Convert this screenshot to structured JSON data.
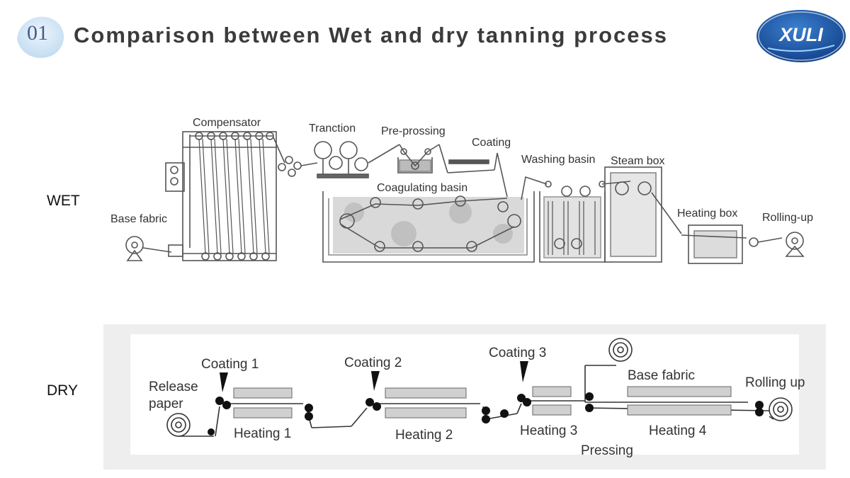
{
  "header": {
    "section_number": "01",
    "title": "Comparison between Wet and dry tanning process",
    "logo_text": "XULI"
  },
  "wet": {
    "side_label": "WET",
    "labels": {
      "base_fabric": "Base fabric",
      "compensator": "Compensator",
      "traction": "Tranction",
      "pre_pressing": "Pre-prossing",
      "coating": "Coating",
      "coagulating_basin": "Coagulating basin",
      "washing_basin": "Washing basin",
      "steam_box": "Steam box",
      "heating_box": "Heating box",
      "rolling_up": "Rolling-up"
    }
  },
  "dry": {
    "side_label": "DRY",
    "labels": {
      "release_paper_1": "Release",
      "release_paper_2": "paper",
      "coating_1": "Coating 1",
      "coating_2": "Coating 2",
      "coating_3": "Coating 3",
      "heating_1": "Heating 1",
      "heating_2": "Heating 2",
      "heating_3": "Heating 3",
      "heating_4": "Heating 4",
      "base_fabric": "Base fabric",
      "rolling_up": "Rolling up",
      "pressing": "Pressing"
    }
  },
  "colors": {
    "badge": "#cfe4f6",
    "logo_blue": "#1e5aa8",
    "panel_bg": "#eeeeee",
    "line": "#444444"
  }
}
